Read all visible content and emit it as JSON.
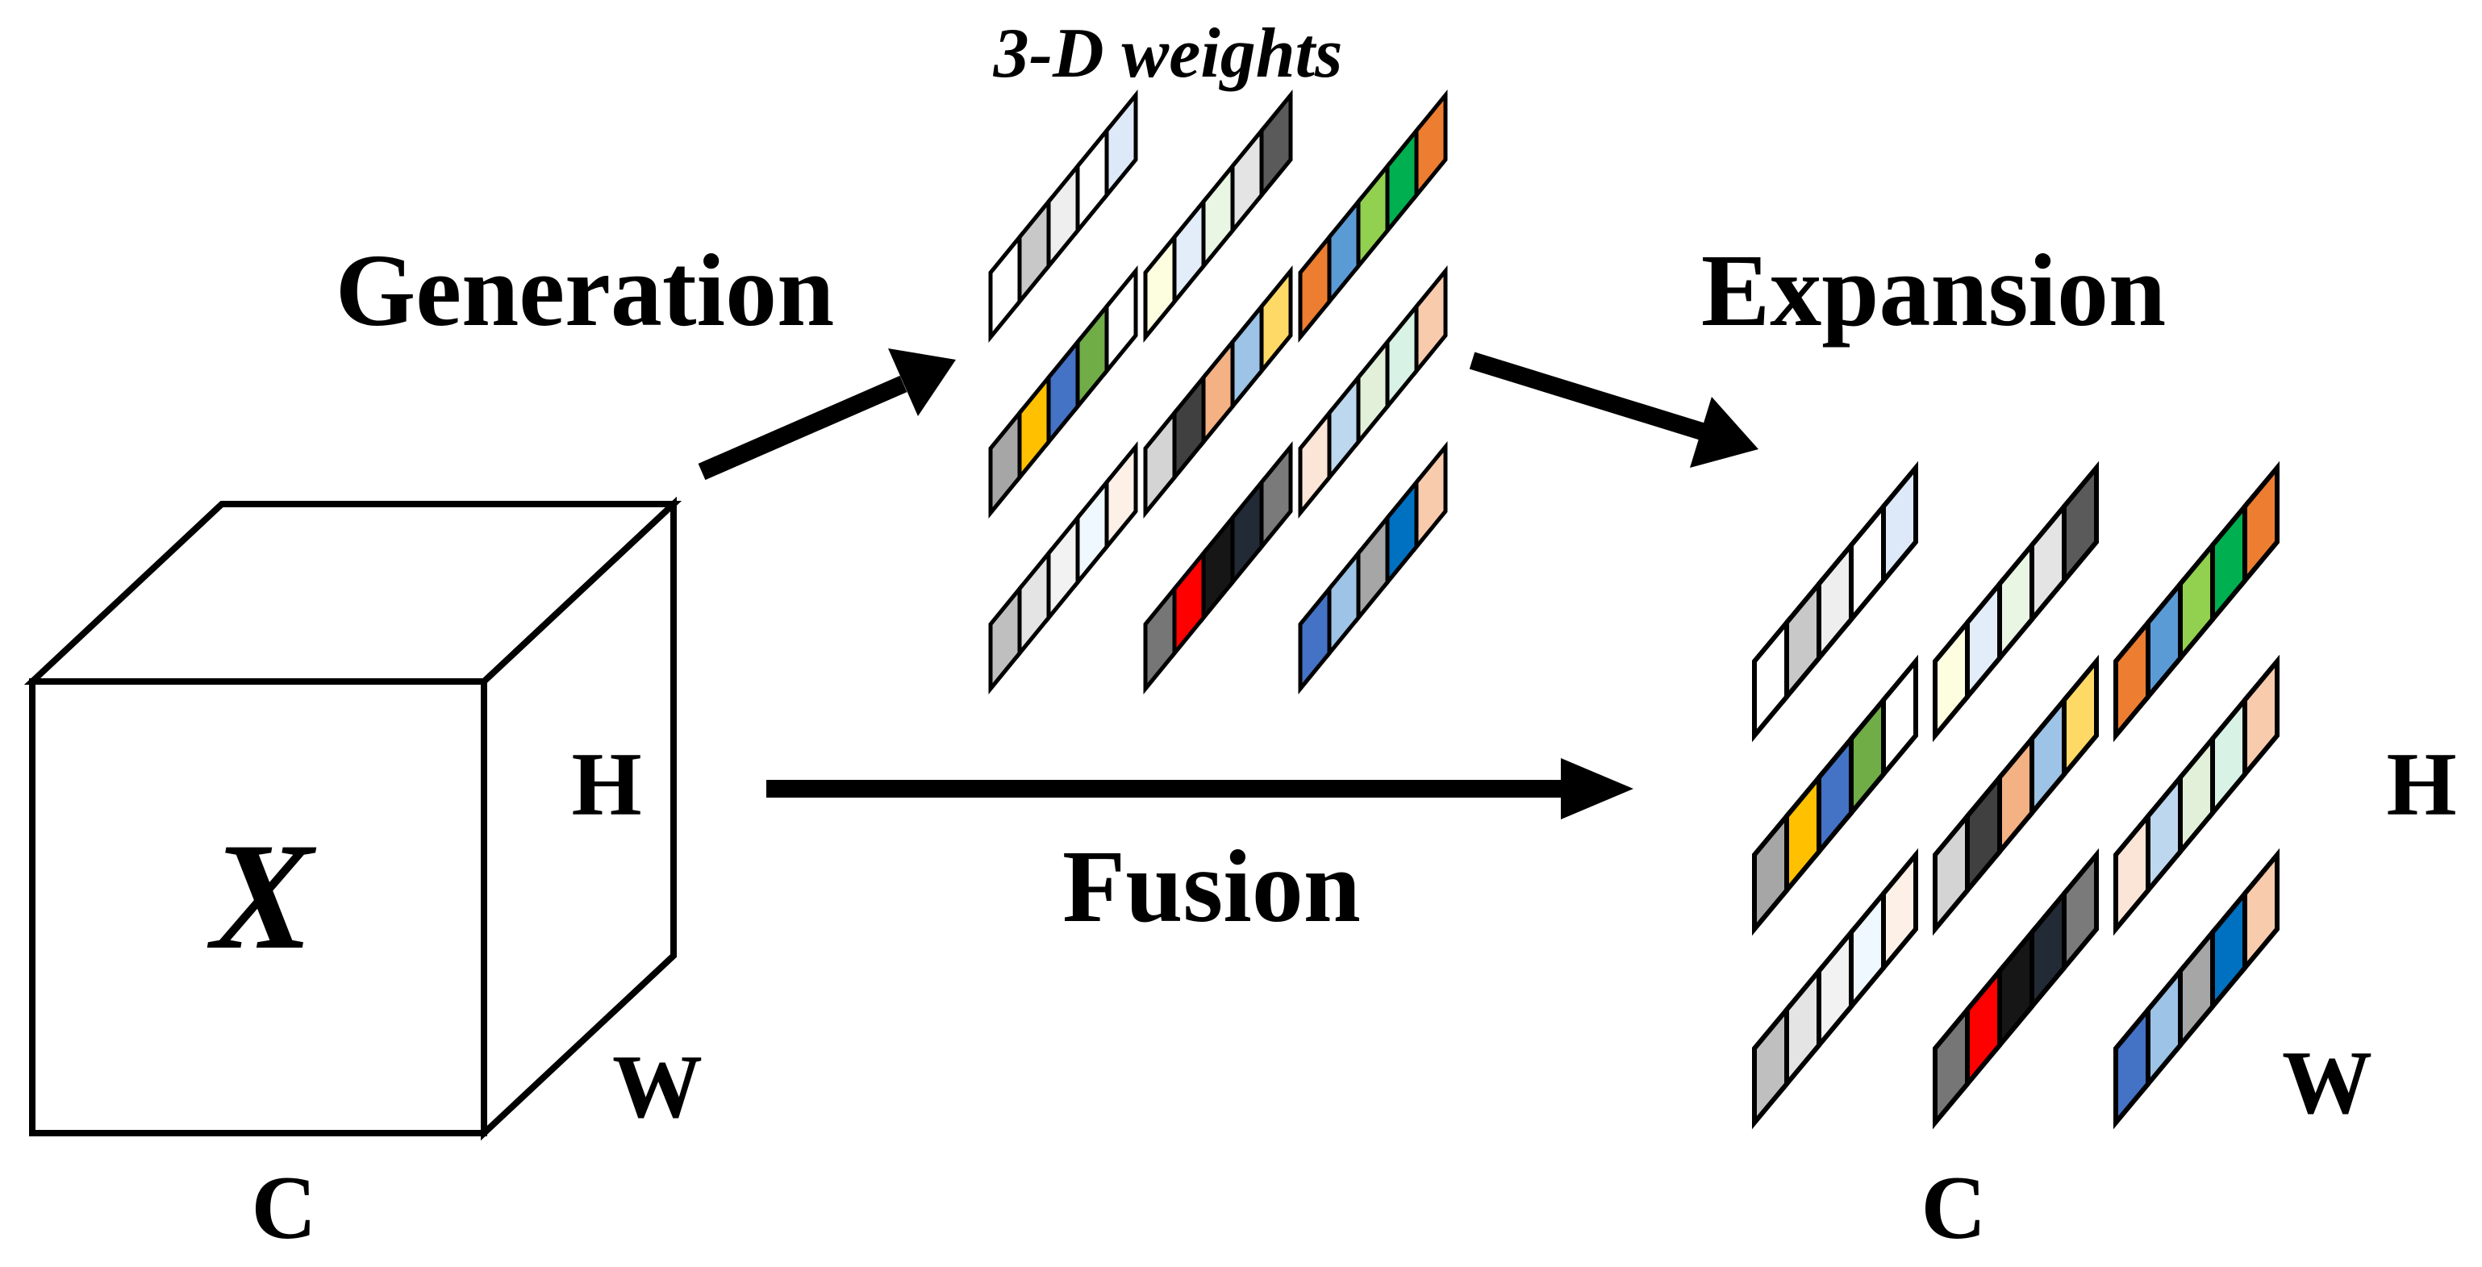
{
  "labels": {
    "weights_title": "3-D weights",
    "generation": "Generation",
    "expansion": "Expansion",
    "fusion": "Fusion",
    "input_symbol": "X",
    "dim_h": "H",
    "dim_w": "W",
    "dim_c": "C"
  },
  "weight_grid": [
    [
      [
        "#ffffff",
        "#c8c8c8",
        "#eeeeee",
        "#ffffff",
        "#dde9f8"
      ],
      [
        "#fdfde0",
        "#e2edf9",
        "#eaf6e4",
        "#e4e4e4",
        "#5a5a5a"
      ],
      [
        "#ed7d31",
        "#5b9bd5",
        "#92d050",
        "#00b050",
        "#ed7d31"
      ]
    ],
    [
      [
        "#a6a6a6",
        "#ffc000",
        "#4472c4",
        "#70ad47",
        "#ffffff"
      ],
      [
        "#d4d4d4",
        "#404040",
        "#f4b183",
        "#9dc3e6",
        "#ffd966"
      ],
      [
        "#fbe5d6",
        "#bdd7ee",
        "#e2f0d9",
        "#d9f2e6",
        "#f8cbad"
      ]
    ],
    [
      [
        "#bfbfbf",
        "#e4e4e4",
        "#f2f2f2",
        "#f0f8ff",
        "#fdf0e6"
      ],
      [
        "#767676",
        "#ff0000",
        "#161616",
        "#222a35",
        "#7a7a7a"
      ],
      [
        "#4472c4",
        "#9dc3e6",
        "#a6a6a6",
        "#0070c0",
        "#f8cbad"
      ]
    ]
  ]
}
